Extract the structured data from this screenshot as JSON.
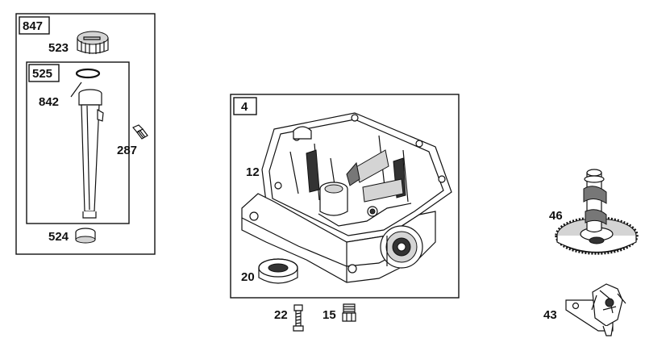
{
  "groups": {
    "dipstick_kit": "847",
    "tube_assembly": "525",
    "sump_kit": "4"
  },
  "parts": {
    "cap": "523",
    "oring": "842",
    "tube": "524",
    "bolt": "287",
    "sump": "12",
    "seal": "20",
    "screw": "22",
    "plug": "15",
    "camshaft": "46",
    "governor": "43"
  },
  "icons": [
    "dipstick-cap-icon",
    "o-ring-icon",
    "dipstick-tube-icon",
    "bolt-icon",
    "oil-sump-icon",
    "oil-seal-icon",
    "screw-icon",
    "drain-plug-icon",
    "camshaft-gear-icon",
    "governor-assembly-icon"
  ]
}
